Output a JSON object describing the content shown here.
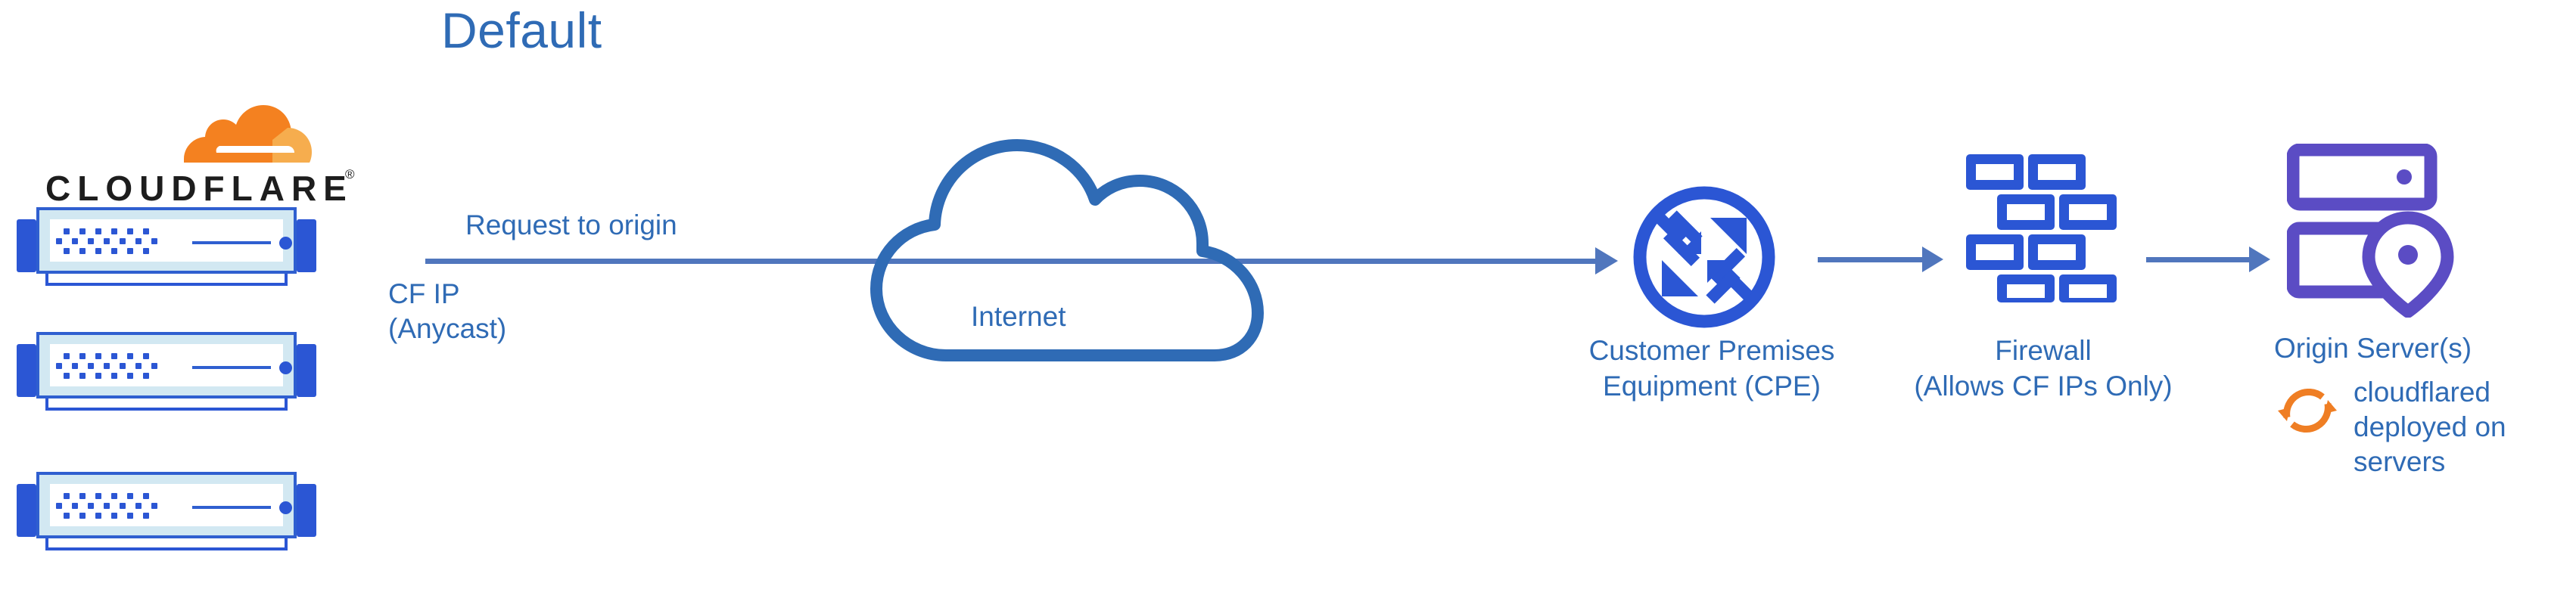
{
  "diagram": {
    "title": "Default",
    "colors": {
      "title_blue": "#2f6bb5",
      "text_blue": "#2f6bb5",
      "arrow_blue": "#5076bd",
      "icon_blue": "#2b56d4",
      "server_body_blue": "#2f5fd0",
      "server_fill": "#d2e8f2",
      "origin_purple": "#5b4cc4",
      "cloudflare_orange": "#f48120",
      "cloudflare_orange_light": "#f5a council",
      "wordmark_black": "#1d1d1d"
    }
  },
  "cloudflare": {
    "wordmark": "CLOUDFLARE",
    "registered_mark": "®",
    "logo_icon": "cloudflare-cloud-logo",
    "servers": [
      {
        "label": "cloudflare-edge-server-1"
      },
      {
        "label": "cloudflare-edge-server-2"
      },
      {
        "label": "cloudflare-edge-server-3"
      }
    ]
  },
  "flow": {
    "request_label": "Request to origin",
    "cf_ip_label": "CF IP\n(Anycast)"
  },
  "internet": {
    "label": "Internet",
    "icon": "cloud-outline-icon"
  },
  "cpe": {
    "label": "Customer Premises\nEquipment (CPE)",
    "icon": "router-four-arrows-circle-icon"
  },
  "firewall": {
    "label": "Firewall\n(Allows CF IPs Only)",
    "icon": "brick-wall-icon"
  },
  "origin": {
    "label": "Origin Server(s)",
    "icon": "server-rack-location-pin-icon",
    "cloudflared": {
      "label": "cloudflared\ndeployed on\nservers",
      "icon": "sync-circular-arrows-icon"
    }
  }
}
